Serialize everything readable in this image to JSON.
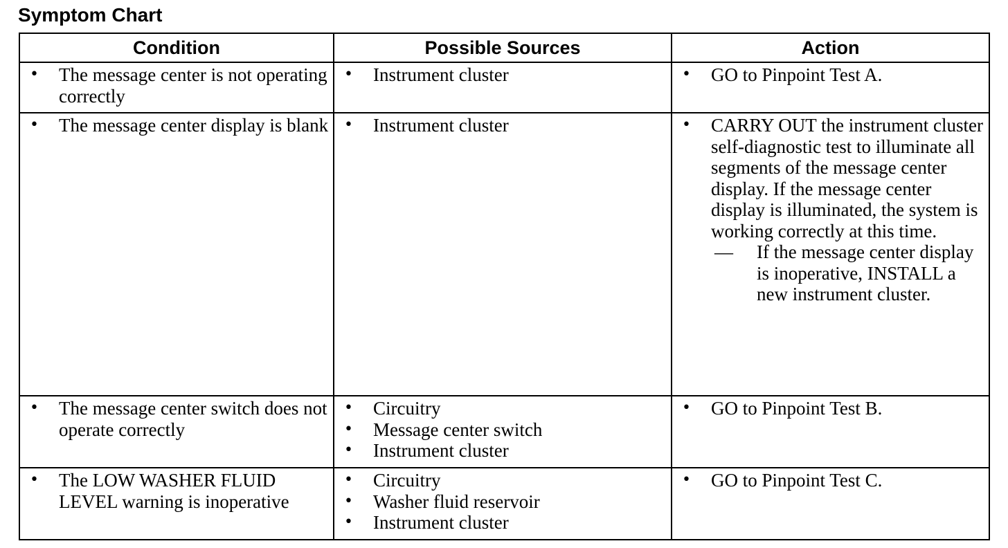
{
  "title": "Symptom Chart",
  "headers": {
    "condition": "Condition",
    "sources": "Possible Sources",
    "action": "Action"
  },
  "rows": [
    {
      "condition": "The message center is not operating correctly",
      "sources": [
        "Instrument cluster"
      ],
      "action": "GO to Pinpoint Test A."
    },
    {
      "condition": "The message center display is blank",
      "sources": [
        "Instrument cluster"
      ],
      "action": "CARRY OUT the instrument cluster self-diagnostic test to illuminate all segments of the message center display. If the message center display is illuminated, the system is working correctly at this time.",
      "action_sub": "If the message center display is inoperative, INSTALL a new instrument cluster."
    },
    {
      "condition": "The message center switch does not operate correctly",
      "sources": [
        "Circuitry",
        "Message center switch",
        "Instrument cluster"
      ],
      "action": "GO to Pinpoint Test B."
    },
    {
      "condition": "The LOW WASHER FLUID LEVEL warning is inoperative",
      "sources": [
        "Circuitry",
        "Washer fluid reservoir",
        "Instrument cluster"
      ],
      "action": "GO to Pinpoint Test C."
    }
  ],
  "symbols": {
    "bullet": "•",
    "dash": "—"
  }
}
